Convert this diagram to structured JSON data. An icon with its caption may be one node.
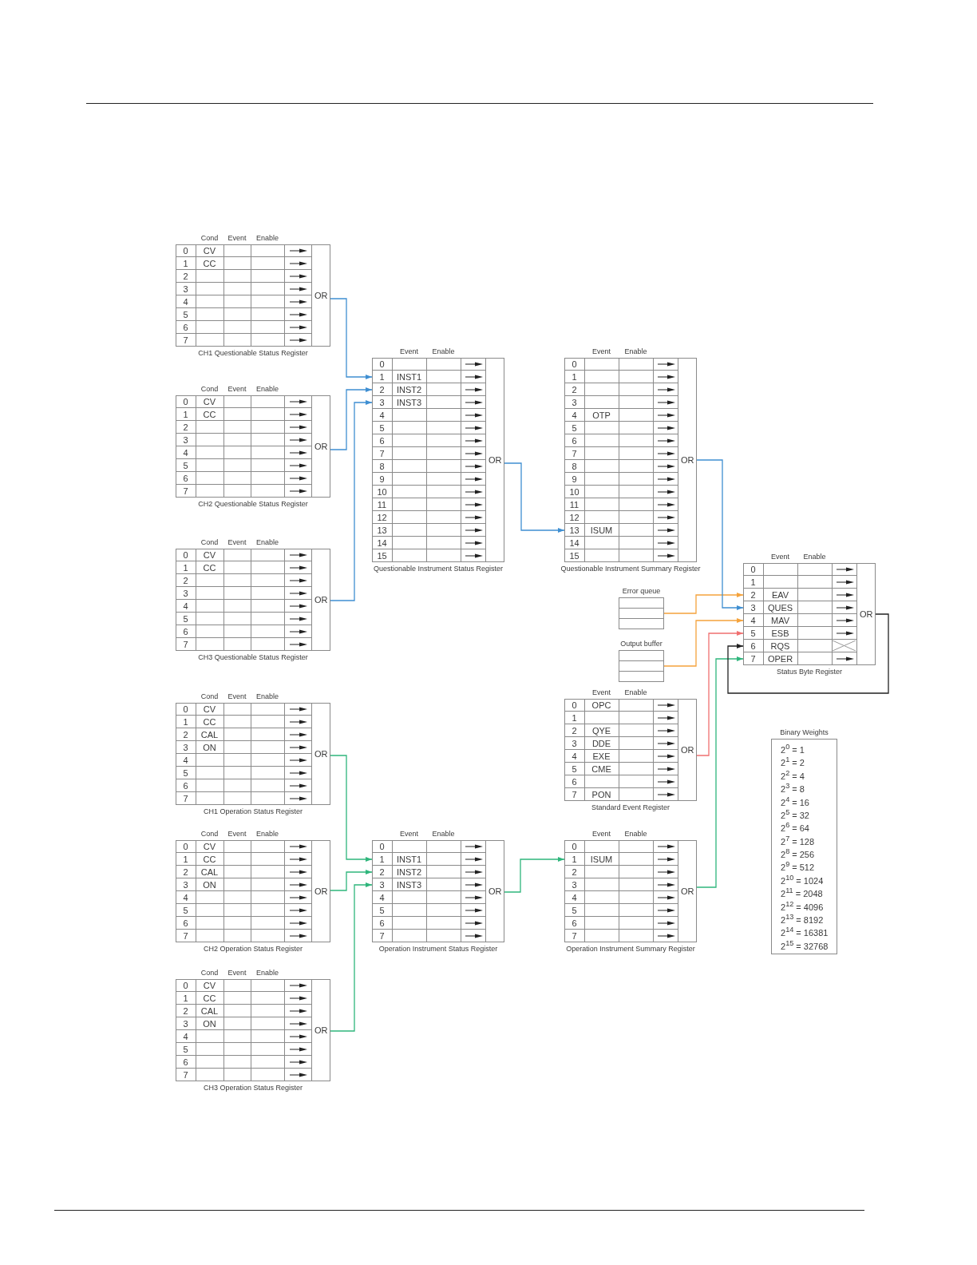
{
  "diagram": {
    "nodes": [
      {
        "text": [
          "Cond",
          "Event",
          "Enable",
          "CH1 Questionable Status Register"
        ]
      },
      {
        "text": [
          "0",
          "CV"
        ],
        "in": 0
      },
      {
        "text": [
          "1",
          "CC"
        ],
        "in": 0
      },
      {
        "text": [
          "2"
        ],
        "in": 0
      },
      {
        "text": [
          "3"
        ],
        "in": 0
      },
      {
        "text": [
          "4"
        ],
        "in": 0
      },
      {
        "text": [
          "5"
        ],
        "in": 0
      },
      {
        "text": [
          "6"
        ],
        "in": 0
      },
      {
        "text": [
          "7"
        ],
        "in": 0
      },
      {
        "text": [
          "OR"
        ],
        "in": 0
      },
      {
        "text": [
          "Cond",
          "Event",
          "Enable",
          "CH2 Questionable Status Register"
        ]
      },
      {
        "text": [
          "0",
          "CV"
        ],
        "in": 10
      },
      {
        "text": [
          "1",
          "CC"
        ],
        "in": 10
      },
      {
        "text": [
          "2"
        ],
        "in": 10
      },
      {
        "text": [
          "3"
        ],
        "in": 10
      },
      {
        "text": [
          "4"
        ],
        "in": 10
      },
      {
        "text": [
          "5"
        ],
        "in": 10
      },
      {
        "text": [
          "6"
        ],
        "in": 10
      },
      {
        "text": [
          "7"
        ],
        "in": 10
      },
      {
        "text": [
          "OR"
        ],
        "in": 10
      },
      {
        "text": [
          "Cond",
          "Event",
          "Enable",
          "CH3 Questionable Status Register"
        ]
      },
      {
        "text": [
          "0",
          "CV"
        ],
        "in": 20
      },
      {
        "text": [
          "1",
          "CC"
        ],
        "in": 20
      },
      {
        "text": [
          "2"
        ],
        "in": 20
      },
      {
        "text": [
          "3"
        ],
        "in": 20
      },
      {
        "text": [
          "4"
        ],
        "in": 20
      },
      {
        "text": [
          "5"
        ],
        "in": 20
      },
      {
        "text": [
          "6"
        ],
        "in": 20
      },
      {
        "text": [
          "7"
        ],
        "in": 20
      },
      {
        "text": [
          "OR"
        ],
        "in": 20
      },
      {
        "text": [
          "Cond",
          "Event",
          "Enable",
          "CH1 Operation Status Register"
        ]
      },
      {
        "text": [
          "0",
          "CV"
        ],
        "in": 30
      },
      {
        "text": [
          "1",
          "CC"
        ],
        "in": 30
      },
      {
        "text": [
          "2",
          "CAL"
        ],
        "in": 30
      },
      {
        "text": [
          "3",
          "ON"
        ],
        "in": 30
      },
      {
        "text": [
          "4"
        ],
        "in": 30
      },
      {
        "text": [
          "5"
        ],
        "in": 30
      },
      {
        "text": [
          "6"
        ],
        "in": 30
      },
      {
        "text": [
          "7"
        ],
        "in": 30
      },
      {
        "text": [
          "OR"
        ],
        "in": 30
      },
      {
        "text": [
          "Cond",
          "Event",
          "Enable",
          "CH2 Operation Status Register"
        ]
      },
      {
        "text": [
          "0",
          "CV"
        ],
        "in": 40
      },
      {
        "text": [
          "1",
          "CC"
        ],
        "in": 40
      },
      {
        "text": [
          "2",
          "CAL"
        ],
        "in": 40
      },
      {
        "text": [
          "3",
          "ON"
        ],
        "in": 40
      },
      {
        "text": [
          "4"
        ],
        "in": 40
      },
      {
        "text": [
          "5"
        ],
        "in": 40
      },
      {
        "text": [
          "6"
        ],
        "in": 40
      },
      {
        "text": [
          "7"
        ],
        "in": 40
      },
      {
        "text": [
          "OR"
        ],
        "in": 40
      },
      {
        "text": [
          "Cond",
          "Event",
          "Enable",
          "CH3 Operation Status Register"
        ]
      },
      {
        "text": [
          "0",
          "CV"
        ],
        "in": 50
      },
      {
        "text": [
          "1",
          "CC"
        ],
        "in": 50
      },
      {
        "text": [
          "2",
          "CAL"
        ],
        "in": 50
      },
      {
        "text": [
          "3",
          "ON"
        ],
        "in": 50
      },
      {
        "text": [
          "4"
        ],
        "in": 50
      },
      {
        "text": [
          "5"
        ],
        "in": 50
      },
      {
        "text": [
          "6"
        ],
        "in": 50
      },
      {
        "text": [
          "7"
        ],
        "in": 50
      },
      {
        "text": [
          "OR"
        ],
        "in": 50
      },
      {
        "text": [
          "Event",
          "Enable",
          "Questionable Instrument Status Register"
        ]
      },
      {
        "text": [
          "0"
        ],
        "in": 60
      },
      {
        "text": [
          "1",
          "INST1"
        ],
        "in": 60
      },
      {
        "text": [
          "2",
          "INST2"
        ],
        "in": 60
      },
      {
        "text": [
          "3",
          "INST3"
        ],
        "in": 60
      },
      {
        "text": [
          "4"
        ],
        "in": 60
      },
      {
        "text": [
          "5"
        ],
        "in": 60
      },
      {
        "text": [
          "6"
        ],
        "in": 60
      },
      {
        "text": [
          "7"
        ],
        "in": 60
      },
      {
        "text": [
          "8"
        ],
        "in": 60
      },
      {
        "text": [
          "9"
        ],
        "in": 60
      },
      {
        "text": [
          "10"
        ],
        "in": 60
      },
      {
        "text": [
          "11"
        ],
        "in": 60
      },
      {
        "text": [
          "12"
        ],
        "in": 60
      },
      {
        "text": [
          "13"
        ],
        "in": 60
      },
      {
        "text": [
          "14"
        ],
        "in": 60
      },
      {
        "text": [
          "15"
        ],
        "in": 60
      },
      {
        "text": [
          "OR"
        ],
        "in": 60
      },
      {
        "text": [
          "Event",
          "Enable",
          "Operation Instrument Status Register"
        ]
      },
      {
        "text": [
          "0"
        ],
        "in": 78
      },
      {
        "text": [
          "1",
          "INST1"
        ],
        "in": 78
      },
      {
        "text": [
          "2",
          "INST2"
        ],
        "in": 78
      },
      {
        "text": [
          "3",
          "INST3"
        ],
        "in": 78
      },
      {
        "text": [
          "4"
        ],
        "in": 78
      },
      {
        "text": [
          "5"
        ],
        "in": 78
      },
      {
        "text": [
          "6"
        ],
        "in": 78
      },
      {
        "text": [
          "7"
        ],
        "in": 78
      },
      {
        "text": [
          "OR"
        ],
        "in": 78
      },
      {
        "text": [
          "Event",
          "Enable",
          "Questionable Instrument Summary Register"
        ]
      },
      {
        "text": [
          "0"
        ],
        "in": 88
      },
      {
        "text": [
          "1"
        ],
        "in": 88
      },
      {
        "text": [
          "2"
        ],
        "in": 88
      },
      {
        "text": [
          "3"
        ],
        "in": 88
      },
      {
        "text": [
          "4",
          "OTP"
        ],
        "in": 88
      },
      {
        "text": [
          "5"
        ],
        "in": 88
      },
      {
        "text": [
          "6"
        ],
        "in": 88
      },
      {
        "text": [
          "7"
        ],
        "in": 88
      },
      {
        "text": [
          "8"
        ],
        "in": 88
      },
      {
        "text": [
          "9"
        ],
        "in": 88
      },
      {
        "text": [
          "10"
        ],
        "in": 88
      },
      {
        "text": [
          "11"
        ],
        "in": 88
      },
      {
        "text": [
          "12"
        ],
        "in": 88
      },
      {
        "text": [
          "13",
          "ISUM"
        ],
        "in": 88
      },
      {
        "text": [
          "14"
        ],
        "in": 88
      },
      {
        "text": [
          "15"
        ],
        "in": 88
      },
      {
        "text": [
          "OR"
        ],
        "in": 88
      },
      {
        "text": [
          "Error queue"
        ]
      },
      {
        "text": [
          "Output buffer"
        ]
      },
      {
        "text": [
          "Event",
          "Enable",
          "Standard Event Register"
        ]
      },
      {
        "text": [
          "0",
          "OPC"
        ],
        "in": 108
      },
      {
        "text": [
          "1"
        ],
        "in": 108
      },
      {
        "text": [
          "2",
          "QYE"
        ],
        "in": 108
      },
      {
        "text": [
          "3",
          "DDE"
        ],
        "in": 108
      },
      {
        "text": [
          "4",
          "EXE"
        ],
        "in": 108
      },
      {
        "text": [
          "5",
          "CME"
        ],
        "in": 108
      },
      {
        "text": [
          "6"
        ],
        "in": 108
      },
      {
        "text": [
          "7",
          "PON"
        ],
        "in": 108
      },
      {
        "text": [
          "OR"
        ],
        "in": 108
      },
      {
        "text": [
          "Event",
          "Enable",
          "Operation Instrument Summary Register"
        ]
      },
      {
        "text": [
          "0"
        ],
        "in": 118
      },
      {
        "text": [
          "1",
          "ISUM"
        ],
        "in": 118
      },
      {
        "text": [
          "2"
        ],
        "in": 118
      },
      {
        "text": [
          "3"
        ],
        "in": 118
      },
      {
        "text": [
          "4"
        ],
        "in": 118
      },
      {
        "text": [
          "5"
        ],
        "in": 118
      },
      {
        "text": [
          "6"
        ],
        "in": 118
      },
      {
        "text": [
          "7"
        ],
        "in": 118
      },
      {
        "text": [
          "OR"
        ],
        "in": 118
      },
      {
        "text": [
          "Event",
          "Enable",
          "Status Byte Register"
        ]
      },
      {
        "text": [
          "0"
        ],
        "in": 128
      },
      {
        "text": [
          "1"
        ],
        "in": 128
      },
      {
        "text": [
          "2",
          "EAV"
        ],
        "in": 128
      },
      {
        "text": [
          "3",
          "QUES"
        ],
        "in": 128
      },
      {
        "text": [
          "4",
          "MAV"
        ],
        "in": 128
      },
      {
        "text": [
          "5",
          "ESB"
        ],
        "in": 128
      },
      {
        "text": [
          "6",
          "RQS"
        ],
        "in": 128
      },
      {
        "text": [
          "7",
          "OPER"
        ],
        "in": 128
      },
      {
        "text": [
          "OR"
        ],
        "in": 128
      },
      {
        "text": [
          "Binary Weights",
          "2$^{0}$ = 1",
          "2$^{1}$ = 2",
          "2$^{2}$ = 4",
          "2$^{3}$ = 8",
          "2$^{4}$ = 16",
          "2$^{5}$ = 32",
          "2$^{6}$ = 64",
          "2$^{7}$ = 128",
          "2$^{8}$ = 256",
          "2$^{9}$ = 512",
          "2$^{10}$ = 1024",
          "2$^{11}$ = 2048",
          "2$^{12}$ = 4096",
          "2$^{13}$ = 8192",
          "2$^{14}$ = 16381",
          "2$^{15}$ = 32768"
        ]
      }
    ],
    "edges": [
      {
        "from": 9,
        "to": 62,
        "arrow": "to",
        "color": "#3f8fd2"
      },
      {
        "from": 19,
        "to": 63,
        "arrow": "to",
        "color": "#3f8fd2"
      },
      {
        "from": 29,
        "to": 64,
        "arrow": "to",
        "color": "#3f8fd2"
      },
      {
        "from": 39,
        "to": 80,
        "arrow": "to",
        "color": "#2fb67c"
      },
      {
        "from": 49,
        "to": 81,
        "arrow": "to",
        "color": "#2fb67c"
      },
      {
        "from": 59,
        "to": 82,
        "arrow": "to",
        "color": "#2fb67c"
      },
      {
        "from": 77,
        "to": 102,
        "arrow": "to",
        "color": "#3f8fd2"
      },
      {
        "from": 87,
        "to": 120,
        "arrow": "to",
        "color": "#2fb67c"
      },
      {
        "from": 106,
        "to": 131,
        "arrow": "to",
        "color": "#f5a33c"
      },
      {
        "from": 107,
        "to": 133,
        "arrow": "to",
        "color": "#f5a33c"
      },
      {
        "from": 105,
        "to": 132,
        "arrow": "to",
        "color": "#3f8fd2"
      },
      {
        "from": 117,
        "to": 134,
        "arrow": "to",
        "color": "#f07070"
      },
      {
        "from": 127,
        "to": 136,
        "arrow": "to",
        "color": "#2fb67c"
      },
      {
        "from": 137,
        "to": 135,
        "arrow": "to",
        "color": "#222222"
      }
    ]
  }
}
